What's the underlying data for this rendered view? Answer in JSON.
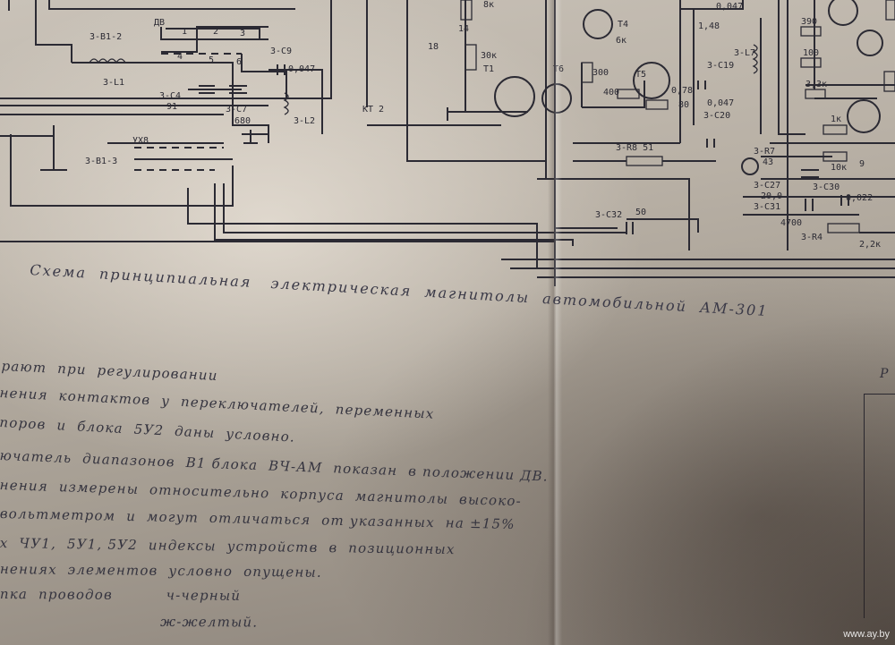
{
  "photo": {
    "title": "Схема  принципиальная   электрическая  магнитолы  автомобильной  АМ-301",
    "notes": [
      "рают  при  регулировании",
      "нения  контактов  у  переключателей,  переменных",
      "поров  и  блока  5У2  даны  условно.",
      "ючатель  диапазонов  В1 блока  ВЧ-АМ  показан  в положении ДВ.",
      "нения  измерены  относительно  корпуса  магнитолы  высоко-",
      "вольтметром  и  могут  отличаться  от указанных  на ±15%",
      "х  ЧУ1,  5У1, 5У2  индексы  устройств  в  позиционных",
      "нениях  элементов  условно  опущены.",
      "пка  проводов          ч-черный",
      "                              ж-желтый."
    ],
    "right_letter": "Р",
    "watermark": "www.ay.by",
    "schematic_labels": [
      "3-В1-2",
      "ДВ",
      "1",
      "2",
      "3",
      "4",
      "5",
      "6",
      "3-L1",
      "3-С9",
      "0,047",
      "3-С4",
      "91",
      "3-С7",
      "680",
      "3-L2",
      "КТ 2",
      "УХ8",
      "3-В1-3",
      "8к",
      "14",
      "18",
      "30к",
      "Т1",
      "Т4",
      "6к",
      "Т6",
      "300",
      "Т5",
      "400",
      "1,48",
      "3-С19",
      "0,047",
      "0,78",
      "80",
      "3-С20",
      "3-L7",
      "0,047",
      "3-R8 51",
      "3-С32",
      "50",
      "3-R7",
      "43",
      "3-С27",
      "20,0",
      "3-С30",
      "0,022",
      "3-С31",
      "4700",
      "3-R4",
      "2,2к",
      "390",
      "100",
      "3,3к",
      "1к",
      "10к",
      "9"
    ]
  }
}
